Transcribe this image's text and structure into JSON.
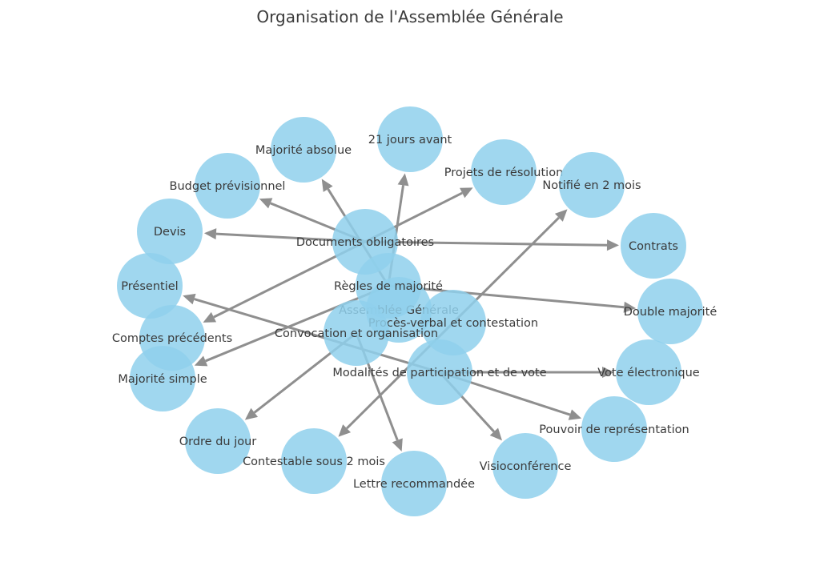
{
  "title": "Organisation de l'Assemblée Générale",
  "colors": {
    "node": "#8fd0ec",
    "edge": "#8f8f8f",
    "text": "#3a3a3a",
    "background": "#ffffff"
  },
  "nodes": [
    {
      "id": "ag",
      "label": "Assemblée Générale"
    },
    {
      "id": "docs",
      "label": "Documents obligatoires"
    },
    {
      "id": "regles",
      "label": "Règles de majorité"
    },
    {
      "id": "pv",
      "label": "Procès-verbal et contestation"
    },
    {
      "id": "conv",
      "label": "Convocation et organisation"
    },
    {
      "id": "modal",
      "label": "Modalités de participation et de vote"
    },
    {
      "id": "maj_abs",
      "label": "Majorité absolue"
    },
    {
      "id": "j21",
      "label": "21 jours avant"
    },
    {
      "id": "projets",
      "label": "Projets de résolution"
    },
    {
      "id": "notifie",
      "label": "Notifié en 2 mois"
    },
    {
      "id": "budget",
      "label": "Budget prévisionnel"
    },
    {
      "id": "devis",
      "label": "Devis"
    },
    {
      "id": "contrats",
      "label": "Contrats"
    },
    {
      "id": "presentiel",
      "label": "Présentiel"
    },
    {
      "id": "double",
      "label": "Double majorité"
    },
    {
      "id": "comptes",
      "label": "Comptes précédents"
    },
    {
      "id": "maj_simple",
      "label": "Majorité simple"
    },
    {
      "id": "vote_elec",
      "label": "Vote électronique"
    },
    {
      "id": "pouvoir",
      "label": "Pouvoir de représentation"
    },
    {
      "id": "ordre",
      "label": "Ordre du jour"
    },
    {
      "id": "contestable",
      "label": "Contestable sous 2 mois"
    },
    {
      "id": "lettre",
      "label": "Lettre recommandée"
    },
    {
      "id": "visio",
      "label": "Visioconférence"
    }
  ],
  "edges": [
    {
      "from": "docs",
      "to": "budget"
    },
    {
      "from": "docs",
      "to": "devis"
    },
    {
      "from": "docs",
      "to": "contrats"
    },
    {
      "from": "docs",
      "to": "projets"
    },
    {
      "from": "docs",
      "to": "comptes"
    },
    {
      "from": "regles",
      "to": "maj_abs"
    },
    {
      "from": "regles",
      "to": "j21"
    },
    {
      "from": "regles",
      "to": "double"
    },
    {
      "from": "regles",
      "to": "maj_simple"
    },
    {
      "from": "pv",
      "to": "notifie"
    },
    {
      "from": "pv",
      "to": "contestable"
    },
    {
      "from": "conv",
      "to": "ordre"
    },
    {
      "from": "conv",
      "to": "lettre"
    },
    {
      "from": "modal",
      "to": "presentiel"
    },
    {
      "from": "modal",
      "to": "vote_elec"
    },
    {
      "from": "modal",
      "to": "pouvoir"
    },
    {
      "from": "modal",
      "to": "visio"
    }
  ]
}
